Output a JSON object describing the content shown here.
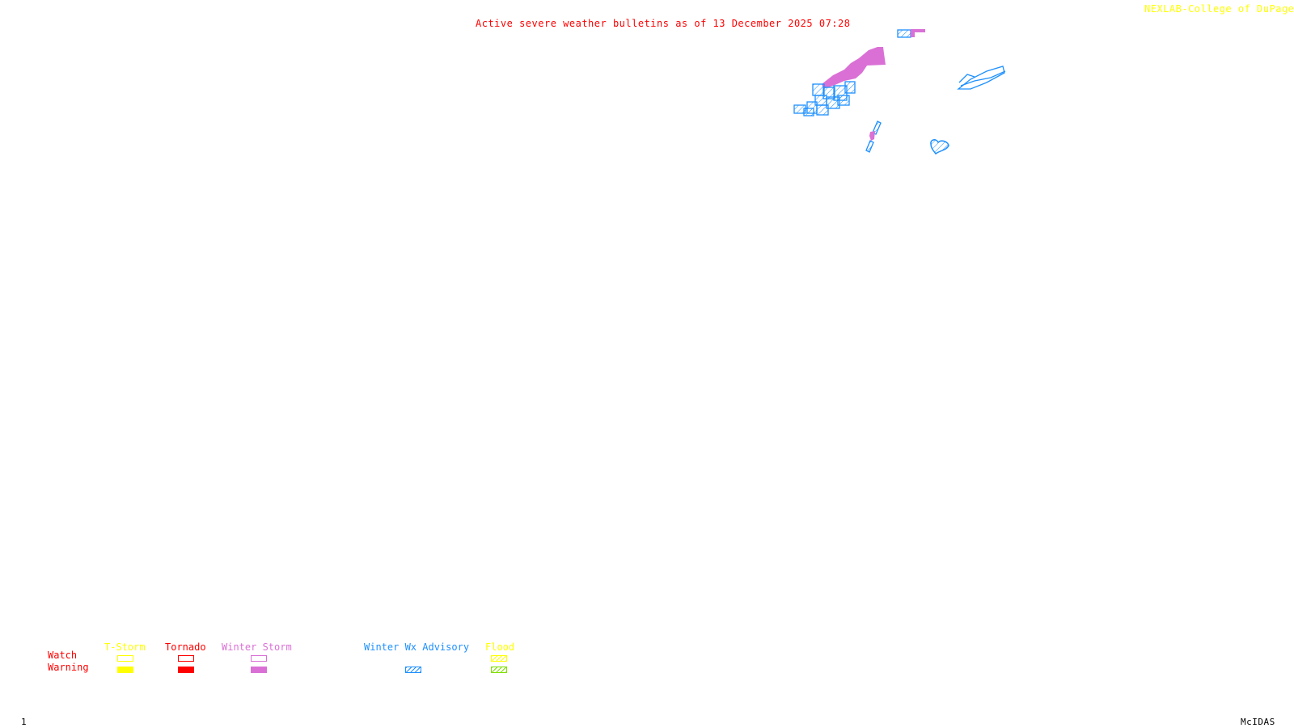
{
  "header": {
    "title": "Active severe weather bulletins as of 13 December 2025 07:28",
    "credit": "NEXLAB-College of DuPage",
    "credit_icon": "cursor-arrow-icon"
  },
  "legend": {
    "row_labels": {
      "watch": "Watch",
      "warning": "Warning"
    },
    "columns": [
      {
        "name": "T-Storm",
        "color": "#ffff00",
        "watch": "outline",
        "warning": "filled"
      },
      {
        "name": "Tornado",
        "color": "#ff0000",
        "watch": "outline",
        "warning": "filled"
      },
      {
        "name": "Winter Storm",
        "color": "#da70d6",
        "watch": "outline",
        "warning": "filled"
      },
      {
        "name": "Winter Wx Advisory",
        "color": "#1e90ff",
        "watch": "none",
        "warning": "hatched"
      },
      {
        "name": "Flood",
        "color": "#ffff00",
        "warning_color": "#7fdf00",
        "watch": "hatched",
        "warning": "hatched"
      }
    ]
  },
  "footer": {
    "frame": "1",
    "software": "McIDAS"
  },
  "colors": {
    "winter_storm": "#da70d6",
    "winter_advisory": "#1e90ff"
  }
}
